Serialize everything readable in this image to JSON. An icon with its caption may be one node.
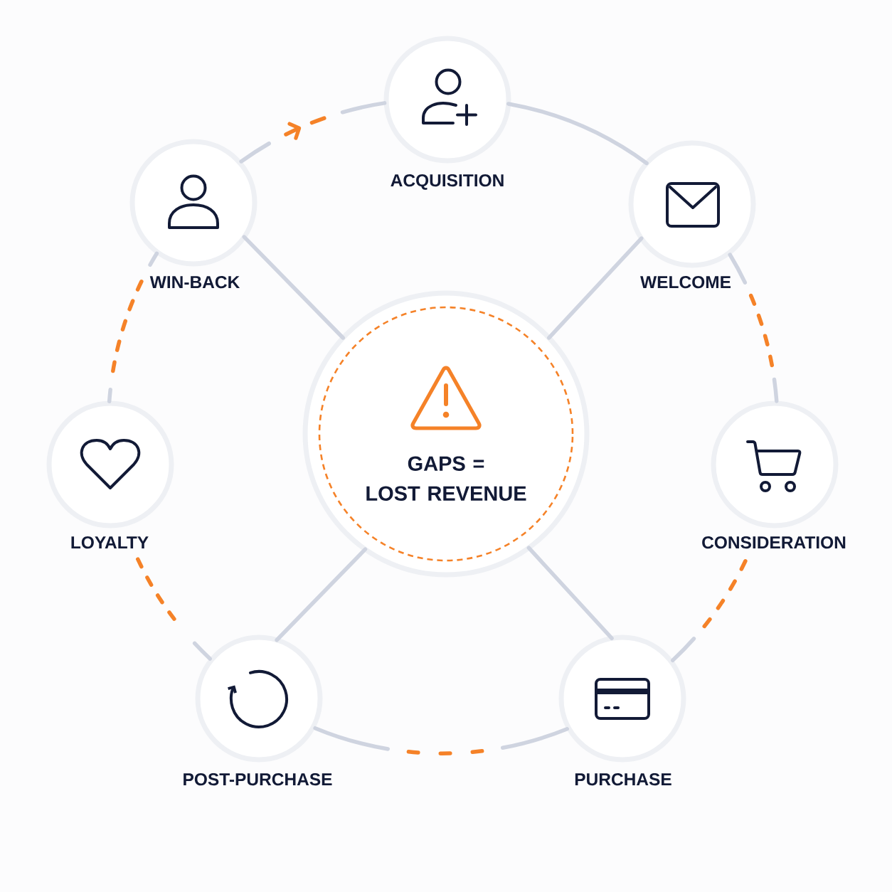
{
  "diagram": {
    "nodes": [
      {
        "text": [
          "GAPS = LOST REVENUE"
        ]
      },
      {
        "text": [
          "ACQUISITION"
        ]
      },
      {
        "text": [
          "WELCOME"
        ]
      },
      {
        "text": [
          "CONSIDERATION"
        ]
      },
      {
        "text": [
          "PURCHASE"
        ]
      },
      {
        "text": [
          "POST-PURCHASE"
        ]
      },
      {
        "text": [
          "LOYALTY"
        ]
      },
      {
        "text": [
          "WIN-BACK"
        ]
      }
    ],
    "edges": [
      {
        "from": 1,
        "to": 2,
        "arrow": "none",
        "color": "#cfd4e0"
      },
      {
        "from": 2,
        "to": 3,
        "arrow": "none",
        "style": "dashed",
        "color": "#f58228"
      },
      {
        "from": 3,
        "to": 4,
        "arrow": "none",
        "style": "dashed",
        "color": "#f58228"
      },
      {
        "from": 4,
        "to": 5,
        "arrow": "none",
        "style": "dashed",
        "color": "#f58228"
      },
      {
        "from": 5,
        "to": 6,
        "arrow": "none",
        "style": "dashed",
        "color": "#f58228"
      },
      {
        "from": 6,
        "to": 7,
        "arrow": "none",
        "style": "dashed",
        "color": "#f58228"
      },
      {
        "from": 7,
        "to": 1,
        "arrow": "to",
        "style": "dashed",
        "color": "#f58228"
      },
      {
        "from": 0,
        "to": 7,
        "arrow": "none",
        "color": "#cfd4e0"
      },
      {
        "from": 0,
        "to": 2,
        "arrow": "none",
        "color": "#cfd4e0"
      },
      {
        "from": 0,
        "to": 5,
        "arrow": "none",
        "color": "#cfd4e0"
      },
      {
        "from": 0,
        "to": 4,
        "arrow": "none",
        "color": "#cfd4e0"
      }
    ]
  }
}
